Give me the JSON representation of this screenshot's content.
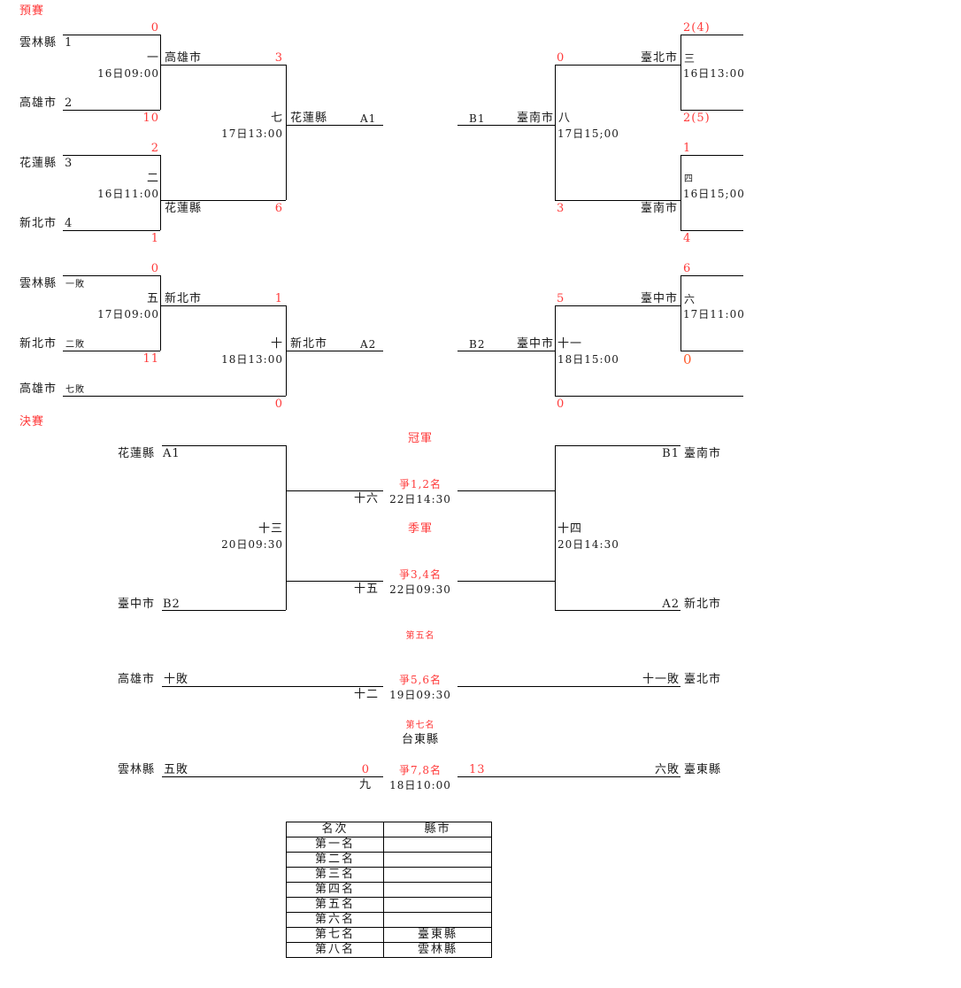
{
  "sections": {
    "prelim": "預賽",
    "final": "決賽"
  },
  "bracketA": {
    "m1": {
      "no": "一",
      "time": "16日09:00",
      "teamTop": "雲林縣",
      "seedTop": "1",
      "scoreTop": "0",
      "teamBot": "高雄市",
      "seedBot": "2",
      "scoreBot": "10",
      "winner": "高雄市"
    },
    "m2": {
      "no": "二",
      "time": "16日11:00",
      "teamTop": "花蓮縣",
      "seedTop": "3",
      "scoreTop": "2",
      "teamBot": "新北市",
      "seedBot": "4",
      "scoreBot": "1",
      "winner": "花蓮縣"
    },
    "m7": {
      "no": "七",
      "time": "17日13:00",
      "scoreTop": "3",
      "scoreBot": "6",
      "winner": "花蓮縣",
      "slot": "A1"
    }
  },
  "bracketB": {
    "m3": {
      "no": "三",
      "time": "16日13:00",
      "scoreTop": "2(4)",
      "scoreBot": "2(5)",
      "winner": "臺北市"
    },
    "m4": {
      "no": "四",
      "time": "16日15;00",
      "scoreTop": "1",
      "scoreBot": "4",
      "winner": "臺南市"
    },
    "m8": {
      "no": "八",
      "time": "17日15;00",
      "scoreTop": "0",
      "scoreBot": "3",
      "winner": "臺南市",
      "slot": "B1"
    }
  },
  "bracketA2": {
    "m5": {
      "no": "五",
      "time": "17日09:00",
      "teamTop": "雲林縣",
      "seedTop": "一敗",
      "scoreTop": "0",
      "teamBot": "新北市",
      "seedBot": "二敗",
      "scoreBot": "11",
      "winner": "新北市"
    },
    "m10": {
      "no": "十",
      "time": "18日13:00",
      "scoreTop": "1",
      "teamBot": "高雄市",
      "seedBot": "七敗",
      "scoreBot": "0",
      "winner": "新北市",
      "slot": "A2"
    }
  },
  "bracketB2": {
    "m6": {
      "no": "六",
      "time": "17日11:00",
      "scoreTop": "6",
      "scoreBot": "0",
      "winner": "臺中市"
    },
    "m11": {
      "no": "十一",
      "time": "18日15:00",
      "scoreTop": "5",
      "scoreBot": "0",
      "winner": "臺中市",
      "slot": "B2"
    }
  },
  "finals": {
    "m13": {
      "no": "十三",
      "time": "20日09:30",
      "teamTop": "花蓮縣",
      "slotTop": "A1",
      "teamBot": "臺中市",
      "slotBot": "B2"
    },
    "m14": {
      "no": "十四",
      "time": "20日14:30",
      "teamTop": "臺南市",
      "slotTop": "B1",
      "teamBot": "新北市",
      "slotBot": "A2"
    },
    "champion": "冠軍",
    "m16": {
      "no": "十六",
      "label": "爭1,2名",
      "time": "22日14:30"
    },
    "third": "季軍",
    "m15": {
      "no": "十五",
      "label": "爭3,4名",
      "time": "22日09:30"
    },
    "fifth": "第五名",
    "m12": {
      "no": "十二",
      "label": "爭5,6名",
      "time": "19日09:30",
      "teamLeft": "高雄市",
      "slotLeft": "十敗",
      "teamRight": "臺北市",
      "slotRight": "十一敗"
    },
    "seventh": "第七名",
    "seventhTeam": "台東縣",
    "m9": {
      "no": "九",
      "label": "爭7,8名",
      "time": "18日10:00",
      "teamLeft": "雲林縣",
      "slotLeft": "五敗",
      "scoreLeft": "0",
      "teamRight": "臺東縣",
      "slotRight": "六敗",
      "scoreRight": "13"
    }
  },
  "ranking": {
    "headers": [
      "名次",
      "縣市"
    ],
    "rows": [
      [
        "第一名",
        ""
      ],
      [
        "第二名",
        ""
      ],
      [
        "第三名",
        ""
      ],
      [
        "第四名",
        ""
      ],
      [
        "第五名",
        ""
      ],
      [
        "第六名",
        ""
      ],
      [
        "第七名",
        "臺東縣"
      ],
      [
        "第八名",
        "雲林縣"
      ]
    ]
  }
}
